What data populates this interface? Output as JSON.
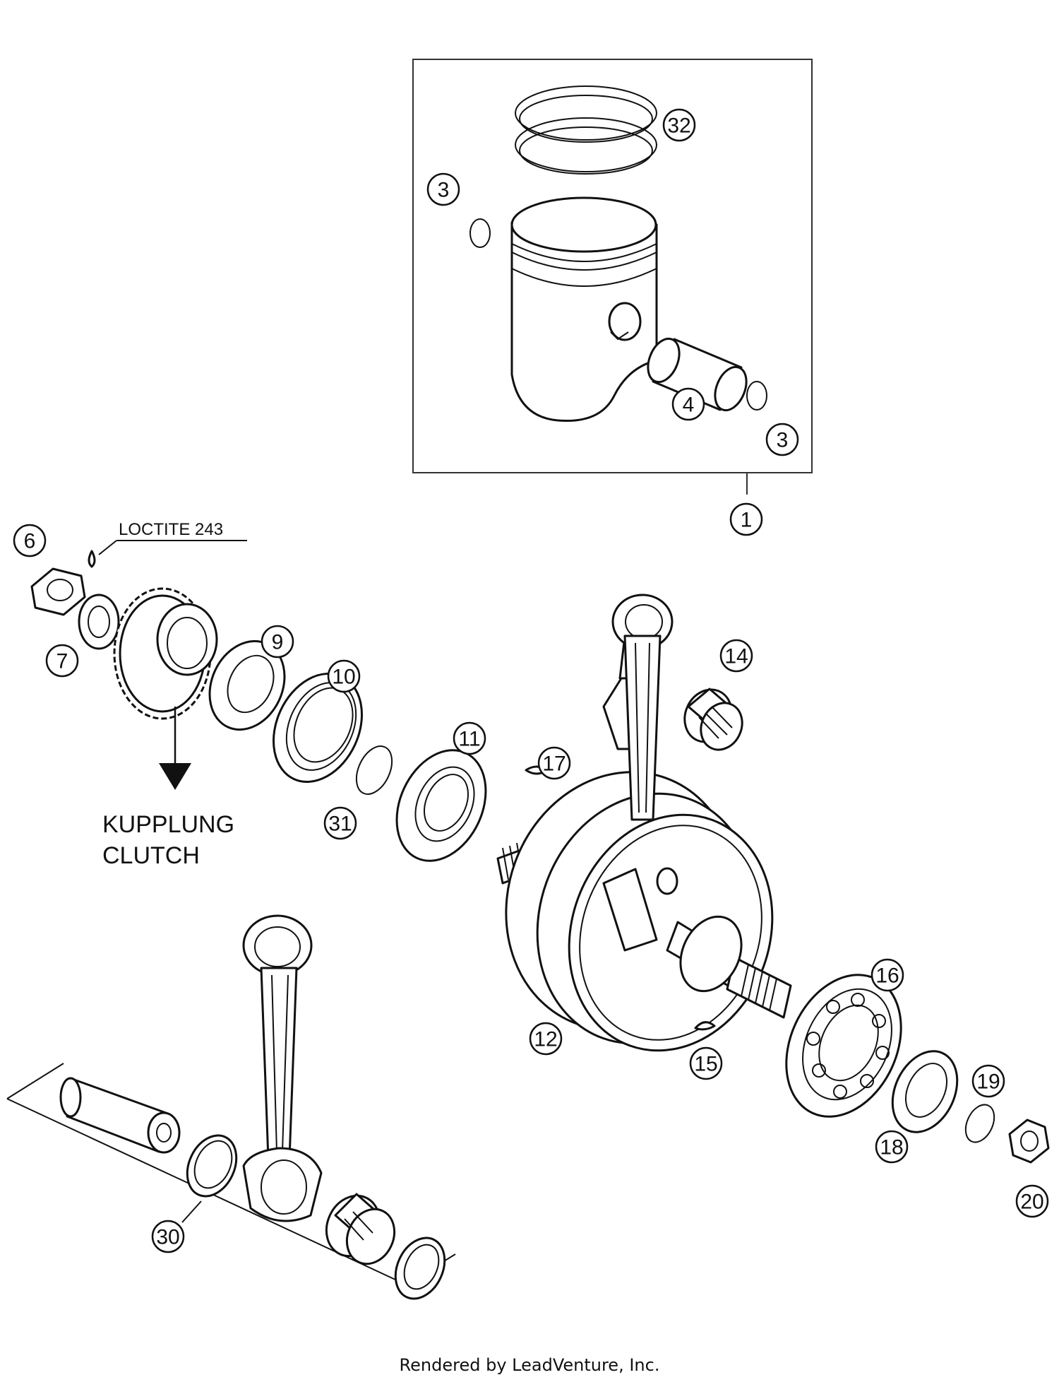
{
  "notes": {
    "loctite": "LOCTITE 243",
    "kupplung": "KUPPLUNG",
    "clutch": "CLUTCH"
  },
  "callouts": [
    {
      "id": "c32",
      "num": "32"
    },
    {
      "id": "c3a",
      "num": "3"
    },
    {
      "id": "c4",
      "num": "4"
    },
    {
      "id": "c3b",
      "num": "3"
    },
    {
      "id": "c1",
      "num": "1"
    },
    {
      "id": "c6",
      "num": "6"
    },
    {
      "id": "c7",
      "num": "7"
    },
    {
      "id": "c9",
      "num": "9"
    },
    {
      "id": "c10",
      "num": "10"
    },
    {
      "id": "c11",
      "num": "11"
    },
    {
      "id": "c14",
      "num": "14"
    },
    {
      "id": "c17",
      "num": "17"
    },
    {
      "id": "c31",
      "num": "31"
    },
    {
      "id": "c12",
      "num": "12"
    },
    {
      "id": "c15",
      "num": "15"
    },
    {
      "id": "c16",
      "num": "16"
    },
    {
      "id": "c18",
      "num": "18"
    },
    {
      "id": "c19",
      "num": "19"
    },
    {
      "id": "c20",
      "num": "20"
    },
    {
      "id": "c30",
      "num": "30"
    }
  ],
  "footer": "Rendered by LeadVenture, Inc."
}
